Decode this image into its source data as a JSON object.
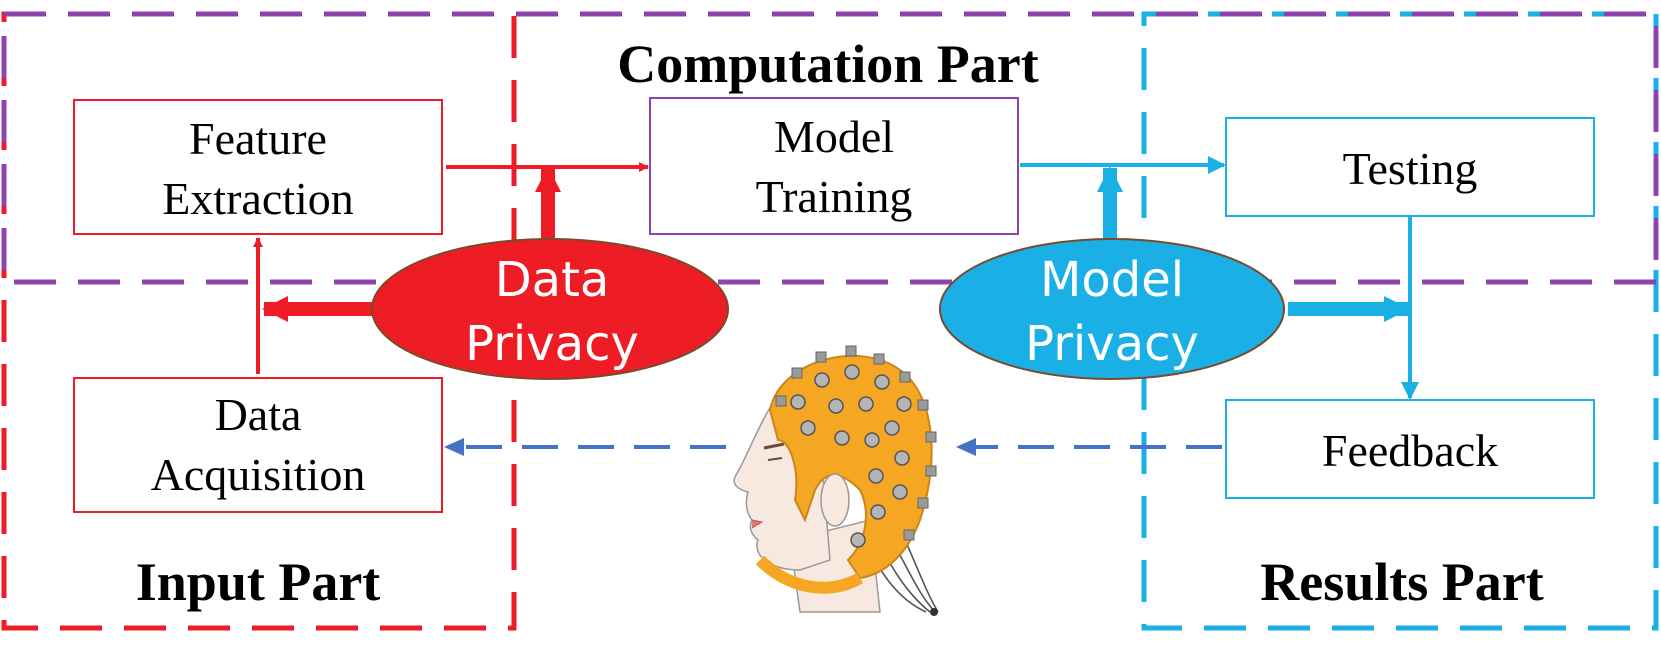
{
  "colors": {
    "input": "#ee1c24",
    "computation": "#8e44ad",
    "results": "#1ab0e6",
    "feedback_loop": "#4472c4",
    "ellipse_outline": "#7a4a2a",
    "cap": "#f5a623",
    "cap_dark": "#c9871a",
    "skin": "#f7e9df"
  },
  "parts": {
    "computation": "Computation Part",
    "input": "Input Part",
    "results": "Results Part"
  },
  "boxes": {
    "feature_extraction": [
      "Feature",
      "Extraction"
    ],
    "model_training": [
      "Model",
      "Training"
    ],
    "testing": "Testing",
    "data_acquisition": [
      "Data",
      "Acquisition"
    ],
    "feedback": "Feedback"
  },
  "privacy": {
    "data": [
      "Data",
      "Privacy"
    ],
    "model": [
      "Model",
      "Privacy"
    ]
  },
  "icons": {
    "head": "eeg-head-icon"
  }
}
